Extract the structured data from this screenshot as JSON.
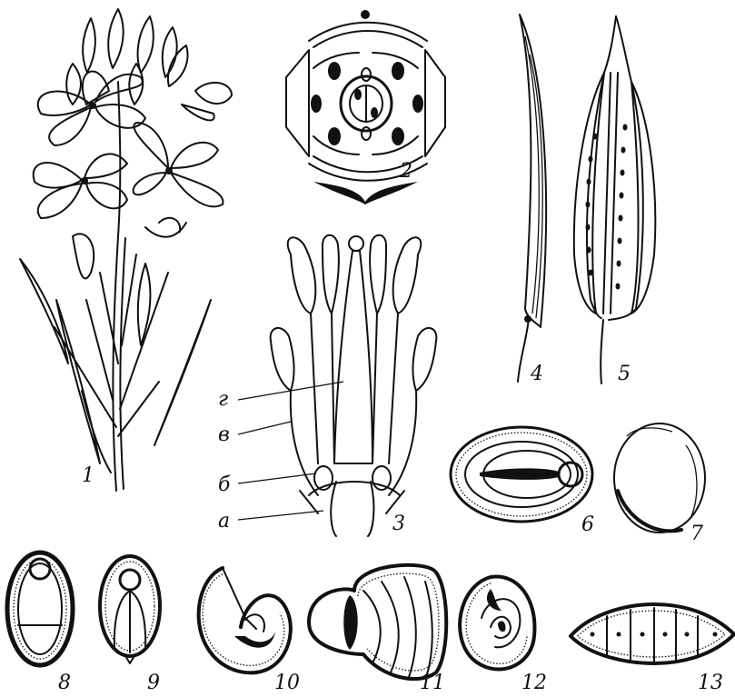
{
  "labels": {
    "n1": "1",
    "n2": "2",
    "n3": "3",
    "n4": "4",
    "n5": "5",
    "n6": "6",
    "n7": "7",
    "n8": "8",
    "n9": "9",
    "n10": "10",
    "n11": "11",
    "n12": "12",
    "n13": "13"
  },
  "parts": {
    "a": "а",
    "b": "б",
    "v": "в",
    "g": "г"
  }
}
